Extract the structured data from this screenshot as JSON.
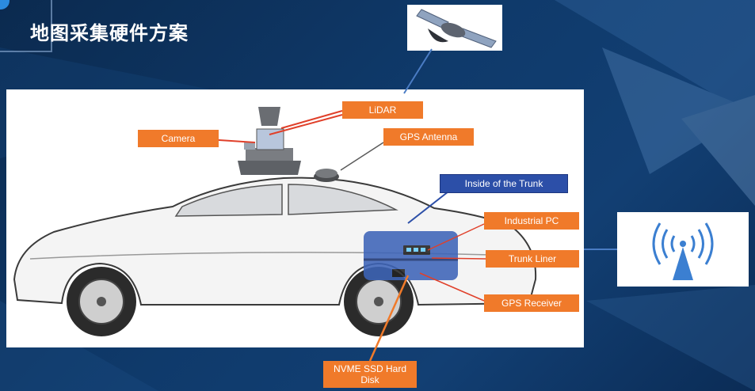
{
  "title": "地图采集硬件方案",
  "labels": {
    "lidar": "LiDAR",
    "camera": "Camera",
    "gps_antenna": "GPS Antenna",
    "inside_trunk": "Inside of the Trunk",
    "industrial_pc": "Industrial PC",
    "trunk_liner": "Trunk Liner",
    "gps_receiver": "GPS Receiver",
    "ssd": "NVME SSD Hard Disk"
  },
  "icons": [
    "satellite-icon",
    "wireless-tower-icon",
    "car-illustration",
    "lidar-sensor-icon",
    "gps-antenna-dome-icon"
  ],
  "colors": {
    "label_orange": "#f07a2a",
    "label_blue": "#2c4fa8",
    "trunk_blue": "#3d64b8",
    "tower_blue": "#3b7fd1"
  }
}
